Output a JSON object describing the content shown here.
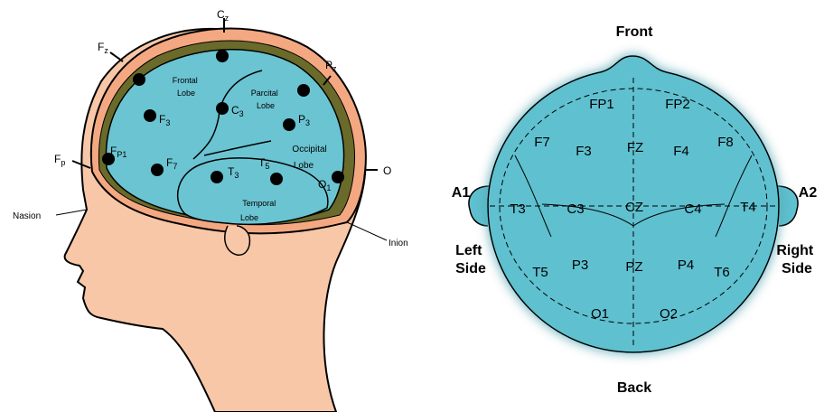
{
  "side_view": {
    "electrodes": {
      "cz": {
        "main": "C",
        "sub": "z"
      },
      "fz": {
        "main": "F",
        "sub": "z"
      },
      "pz": {
        "main": "P",
        "sub": "z"
      },
      "fp": {
        "main": "F",
        "sub": "p"
      },
      "o": {
        "main": "O",
        "sub": ""
      },
      "f3": {
        "main": "F",
        "sub": "3"
      },
      "c3": {
        "main": "C",
        "sub": "3"
      },
      "p3": {
        "main": "P",
        "sub": "3"
      },
      "fp1": {
        "main": "F",
        "sub": "P1"
      },
      "f7": {
        "main": "F",
        "sub": "7"
      },
      "t3": {
        "main": "T",
        "sub": "3"
      },
      "t5": {
        "main": "T",
        "sub": "5"
      },
      "o1": {
        "main": "O",
        "sub": "1"
      }
    },
    "lobes": {
      "frontal": [
        "Frontal",
        "Lobe"
      ],
      "parietal": [
        "Parcital",
        "Lobe"
      ],
      "occipital": [
        "Occipital",
        "Lobe"
      ],
      "temporal": [
        "Temporal",
        "Lobe"
      ]
    },
    "landmarks": {
      "nasion": "Nasion",
      "inion": "Inion"
    }
  },
  "top_view": {
    "front": "Front",
    "back": "Back",
    "left_ear": "A1",
    "right_ear": "A2",
    "left_side": [
      "Left",
      "Side"
    ],
    "right_side": [
      "Right",
      "Side"
    ],
    "electrodes": {
      "fp1": "FP1",
      "fp2": "FP2",
      "f7": "F7",
      "f3": "F3",
      "fz": "FZ",
      "f4": "F4",
      "f8": "F8",
      "t3": "T3",
      "c3": "C3",
      "cz": "CZ",
      "c4": "C4",
      "t4": "T4",
      "t5": "T5",
      "p3": "P3",
      "pz": "PZ",
      "p4": "P4",
      "t6": "T6",
      "o1": "O1",
      "o2": "O2"
    }
  },
  "colors": {
    "brain": "#6BC4D2",
    "head_fill": "#5FC0CF",
    "skin": "#F7C7A7",
    "skull_band": "#F4A882",
    "meninges": "#6A6A2A",
    "line": "#000000"
  }
}
